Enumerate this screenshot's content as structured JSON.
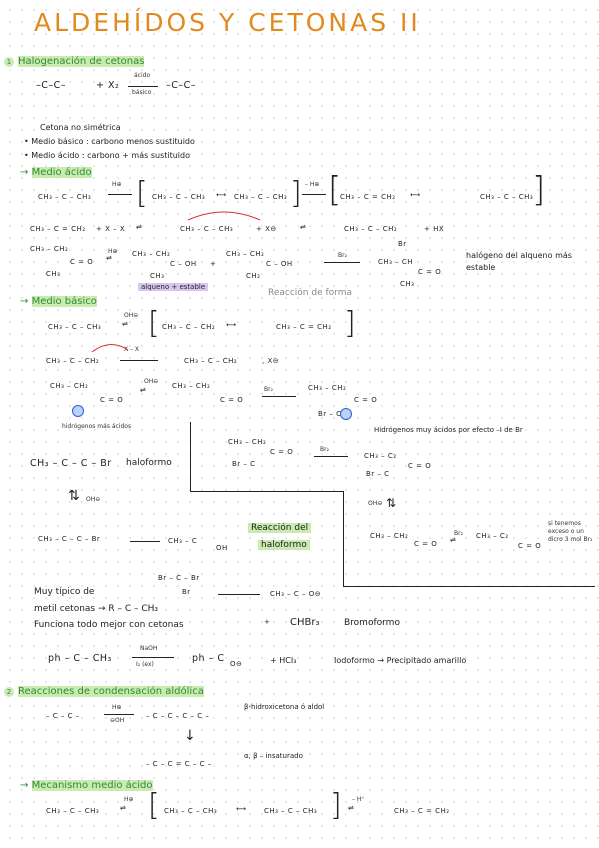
{
  "title": "ALDEHÍDOS Y CETONAS II",
  "section1": {
    "number": "1",
    "heading": "Halogenación de cetonas",
    "eq_left": "–C–C–",
    "eq_plus": "+ X₂",
    "eq_arrow_top": "ácido",
    "eq_arrow_bottom": "básico",
    "eq_right": "–C–C–",
    "note_title": "Cetona no simétrica",
    "note_basic": "Medio básico : carbono menos sustituido",
    "note_acid": "Medio ácido : carbono + más sustituido"
  },
  "acid_medium": {
    "heading": "Medio ácido",
    "row1_reactant": "CH₃ – C – CH₃",
    "row1_catalyst": "H⊕",
    "row1_res_a": "CH₃ – C – CH₃",
    "row1_res_b": "CH₃ – C – CH₃",
    "row1_catalyst2": "– H⊕",
    "row1_enol": "CH₃ – C = CH₂",
    "row1_enol_b": "CH₃ – C – CH₃",
    "row2_left": "CH₃ – C = CH₂",
    "row2_x": "+ X – X",
    "row2_mid": "CH₃ – C – CH₃",
    "row2_xm": "+ X⊖",
    "row2_right": "CH₃ – C – CH₂",
    "row2_hx": "+ HX",
    "row3_left_top": "CH₃ – CH₂",
    "row3_left_mid": "C = O",
    "row3_left_bot": "CH₃",
    "row3_cat": "H⊕",
    "row3_mid": "CH₃ – CH₂",
    "row3_mid2": "C – OH",
    "row3_mid3": "CH₃",
    "row3_plus": "+",
    "row3_enol": "CH₃ – CH₂",
    "row3_enol2": "C – OH",
    "row3_enol3": "CH₂",
    "row3_br": "Br₂",
    "row3_prod_br": "Br",
    "row3_prod": "CH₃ – CH",
    "row3_prod2": "C = O",
    "row3_prod3": "CH₃",
    "row3_note": "halógeno del alqueno más estable",
    "stable_label": "alqueno + estable",
    "pencil_note": "Reacción de forma"
  },
  "basic_medium": {
    "heading": "Medio básico",
    "row1_left": "CH₃ – C – CH₃",
    "row1_cat": "OH⊖",
    "row1_a": "CH₃ – C – CH₂",
    "row1_b": "CH₃ – C = CH₂",
    "row2_left": "CH₃ – C – CH₂",
    "row2_x": "X – X",
    "row2_right": "CH₃ – C – CH₂",
    "row2_xm": ", X⊖",
    "row3_left": "CH₃ – CH₂",
    "row3_left2": "C = O",
    "row3_cat": "OH⊖",
    "row3_mid": "CH₃ – CH₂",
    "row3_mid2": "C = O",
    "row3_br": "Br₂",
    "row3_right": "CH₃ – CH₂",
    "row3_right2": "C = O",
    "row3_right3": "Br – CH",
    "hydrogen_note": "hidrógenos más ácidos",
    "acid_note": "Hidrógenos muy ácidos por efecto –I de Br",
    "mid_block1": "CH₃ – CH₂",
    "mid_block2": "C = O",
    "mid_block3": "Br – C",
    "mid_br": "Br₂",
    "mid_right1": "CH₃ – C₂",
    "mid_right2": "Br – C",
    "mid_right3": "C = O",
    "mid_oh": "OH⊖",
    "haloform_left": "CH₃ – C – C – Br",
    "haloform_label": "haloformo",
    "haloform_oh": "OH⊖",
    "haloform_int": "CH₃ – C – C – Br",
    "haloform_prod": "CH₃ – C",
    "haloform_prod2": "OH",
    "reaction_box1": "Reacción del",
    "reaction_box2": "haloformo",
    "bottom_int1": "CH₃ – CH₂",
    "bottom_int2": "C = O",
    "bottom_br": "Br₂",
    "bottom_right": "CH₃ – C₂",
    "bottom_right2": "C = O",
    "side_note": "si tenemos exceso o un dicro 3 mol Br₂"
  },
  "haloform_typical": {
    "line1": "Muy típico de",
    "line2": "metil cetonas → R – C – CH₃",
    "line3": "Funciona todo mejor con cetonas",
    "cbr3": "Br – C – Br",
    "cbr3_b": "Br",
    "product": "CH₃ – C – O⊖",
    "plus": "+",
    "bromoform_formula": "CHBr₃",
    "bromoform": "Bromoformo",
    "ph_left": "ph – C – CH₃",
    "ph_reagent_top": "NaOH",
    "ph_reagent_bot": "I₂ (ex)",
    "ph_right": "ph – C",
    "ph_right2": "O⊖",
    "ph_product": "+ HCI₃",
    "ph_iodoform": "Iodoformo → Precipitado amarillo"
  },
  "section2": {
    "number": "2",
    "heading": "Reacciones de condensación aldólica",
    "eq1_left": "– C – C –",
    "eq1_cat_top": "H⊕",
    "eq1_cat_bot": "⊖OH",
    "eq1_right": "– C – C – C – C –",
    "eq1_label": "β-hidroxicetona ó aldol",
    "eq2_right": "– C – C = C – C –",
    "eq2_label": "α, β – insaturado",
    "mechanism_heading": "Mecanismo medio ácido",
    "mech_left": "CH₃ – C – CH₃",
    "mech_cat": "H⊕",
    "mech_a": "CH₃ – C – CH₃",
    "mech_b": "CH₃ – C – CH₃",
    "mech_cat2": "– H⁺",
    "mech_right": "CH₃ – C = CH₂"
  }
}
